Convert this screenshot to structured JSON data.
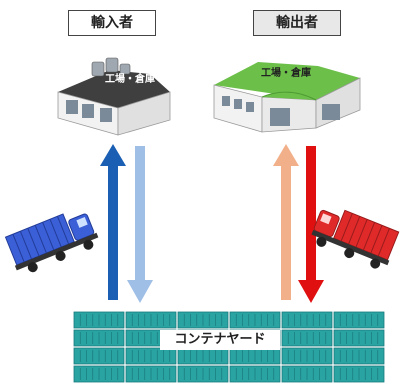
{
  "labels": {
    "importer": "輸入者",
    "exporter": "輸出者",
    "importer_building": "工場・倉庫",
    "exporter_building": "工場・倉庫",
    "container_yard": "コンテナヤード"
  },
  "colors": {
    "import_arrow_up": "#1a5fb4",
    "import_arrow_down": "#9fbfe6",
    "export_arrow_up": "#f2b08a",
    "export_arrow_down": "#e01010",
    "container": "#2aa3a3",
    "importer_roof": "#4a4a4a",
    "exporter_roof": "#6cc04a",
    "truck_blue": "#3b5fd6",
    "truck_red": "#e02a2a"
  },
  "icons": [
    "warehouse-icon",
    "truck-icon",
    "container-icon",
    "arrow-icon"
  ]
}
